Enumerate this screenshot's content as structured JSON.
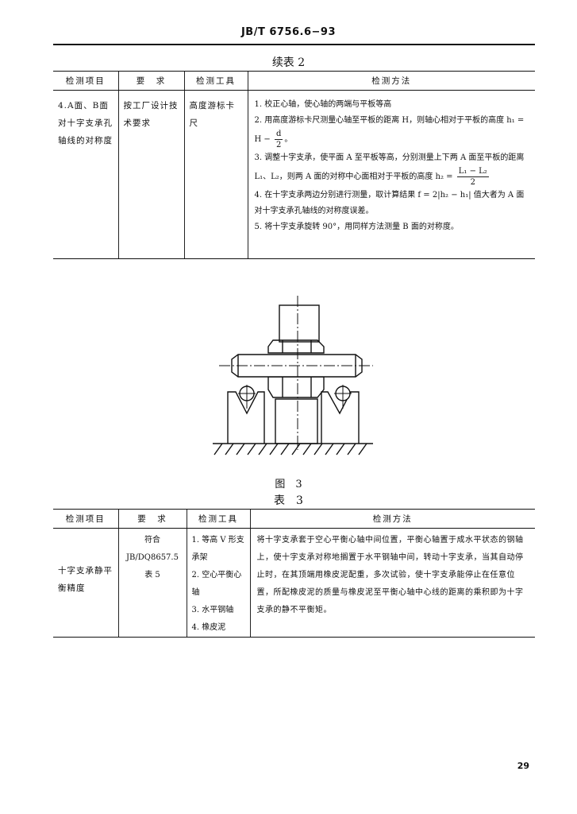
{
  "header": {
    "standard_code": "JB/T 6756.6−93"
  },
  "table2": {
    "caption": "续表 2",
    "headers": [
      "检测项目",
      "要　求",
      "检测工具",
      "检测方法"
    ],
    "row": {
      "item": "4.A面、B面对十字支承孔轴线的对称度",
      "requirement": "按工厂设计技术要求",
      "tool": "高度游标卡尺",
      "steps": {
        "s1": "1. 校正心轴，使心轴的两端与平板等高",
        "s2_pre": "2. 用高度游标卡尺测量心轴至平板的距离 H，则轴心相对于平板的高度 h₁ = H −",
        "s2_num": "d",
        "s2_den": "2",
        "s2_post": "。",
        "s3_pre": "3. 调整十字支承，使平面 A 至平板等高，分别测量上下两 A 面至平板的距离 L₁、L₂，则两 A 面的对称中心面相对于平板的高度 h₂ =",
        "s3_num": "L₁ − L₂",
        "s3_den": "2",
        "s4": "4. 在十字支承两边分别进行测量，取计算结果 f = 2|h₂ − h₁| 值大者为 A 面对十字支承孔轴线的对称度误差。",
        "s5": "5. 将十字支承旋转 90°，用同样方法测量 B 面的对称度。"
      }
    }
  },
  "figure": {
    "caption": "图　3"
  },
  "table3": {
    "caption": "表　3",
    "headers": [
      "检测项目",
      "要　求",
      "检测工具",
      "检测方法"
    ],
    "row": {
      "item": "十字支承静平衡精度",
      "req_1": "符合",
      "req_2": "JB/DQ8657.5",
      "req_3": "表 5",
      "tool_1": "1. 等高 V 形支承架",
      "tool_2": "2. 空心平衡心轴",
      "tool_3": "3. 水平钢轴",
      "tool_4": "4. 橡皮泥",
      "method": "将十字支承套于空心平衡心轴中间位置，平衡心轴置于成水平状态的钢轴上，使十字支承对称地搁置于水平钢轴中间，转动十字支承，当其自动停止时，在其顶端用橡皮泥配重，多次试验，使十字支承能停止在任意位置，所配橡皮泥的质量与橡皮泥至平衡心轴中心线的距离的乘积即为十字支承的静不平衡矩。"
    }
  },
  "footer": {
    "page_number": "29"
  }
}
